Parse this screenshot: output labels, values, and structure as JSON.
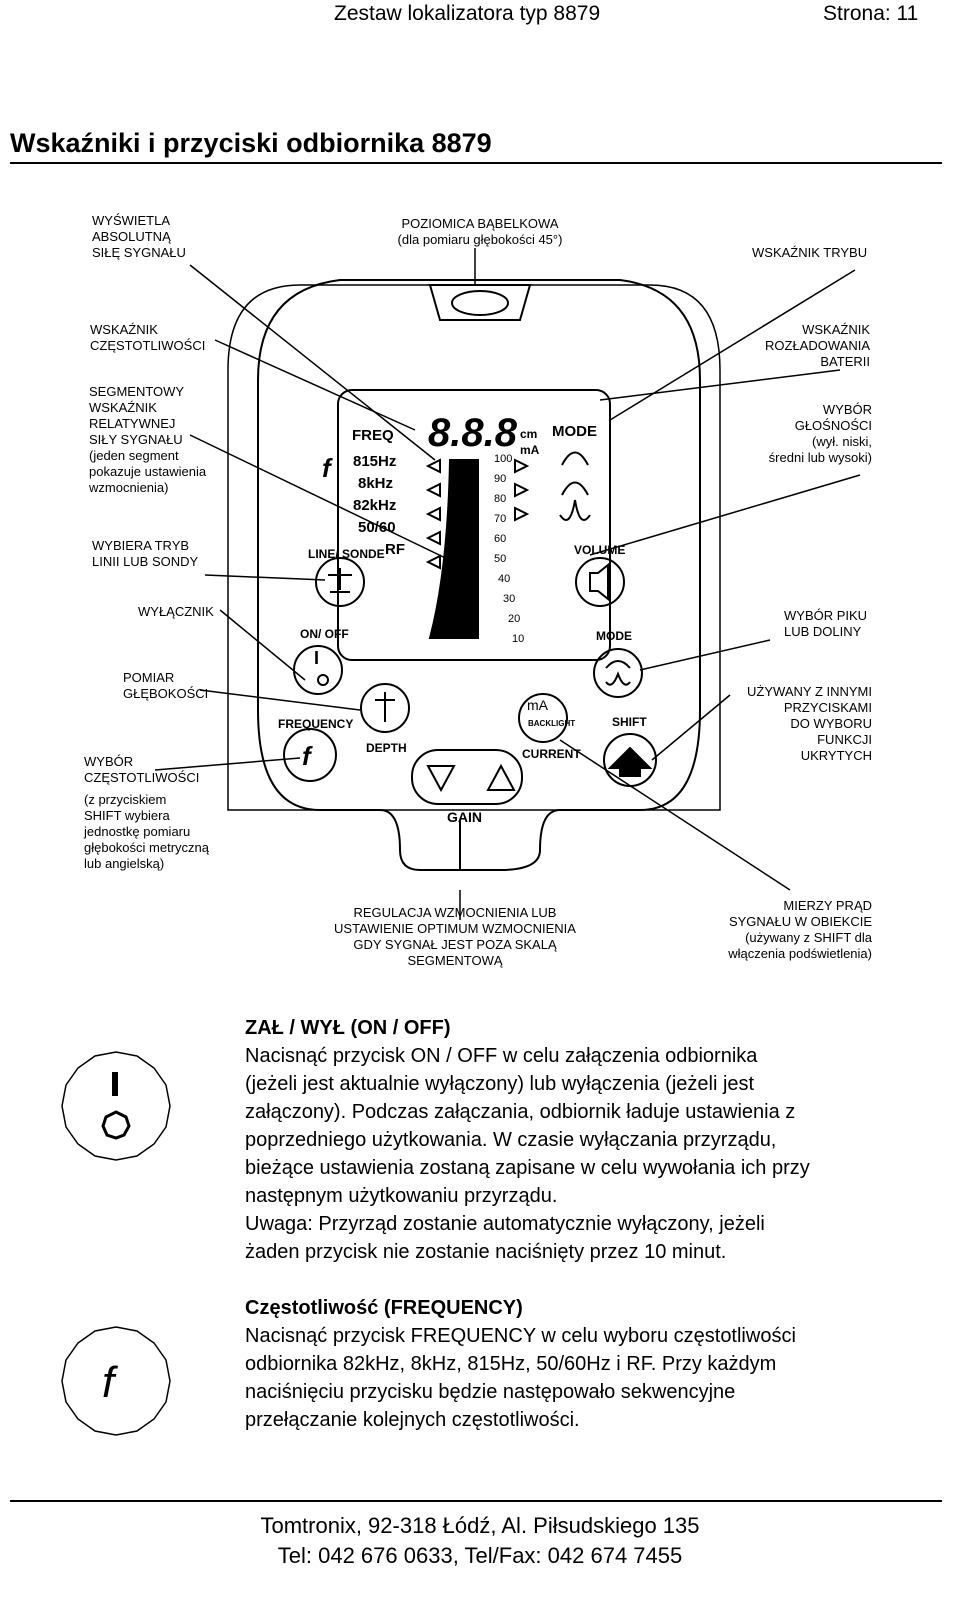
{
  "header": {
    "doc_title": "Zestaw lokalizatora typ 8879",
    "page": "Strona: 11"
  },
  "title": "Wskaźniki i przyciski odbiornika 8879",
  "callouts": {
    "abs_signal": "WYŚWIETLA\nABSOLUTNĄ\nSIŁĘ SYGNAŁU",
    "bubble_level": "POZIOMICA BĄBELKOWA\n(dla pomiaru głębokości 45°)",
    "mode_indicator": "WSKAŹNIK TRYBU",
    "freq_indicator": "WSKAŹNIK\nCZĘSTOTLIWOŚCI",
    "battery_indicator": "WSKAŹNIK\nROZŁADOWANIA\nBATERII",
    "bar_graph": "SEGMENTOWY\nWSKAŹNIK\nRELATYWNEJ\nSIŁY SYGNAŁU\n(jeden segment\npokazuje ustawienia\nwzmocnienia)",
    "volume_select": "WYBÓR\nGŁOŚNOŚCI\n(wył. niski,\nśredni lub wysoki)",
    "line_sonde": "WYBIERA TRYB\nLINII LUB SONDY",
    "off_switch": "WYŁĄCZNIK",
    "peak_null": "WYBÓR PIKU\nLUB DOLINY",
    "depth": "POMIAR\nGŁĘBOKOŚCI",
    "shift_use": "UŻYWANY Z INNYMI\nPRZYCISKAMI\nDO WYBORU\nFUNKCJI\nUKRYTYCH",
    "freq_select": "WYBÓR\nCZĘSTOTLIWOŚCI",
    "freq_select_note": "(z przyciskiem\nSHIFT wybiera\njednostkę pomiaru\ngłębokości metryczną\nlub angielską)",
    "gain": "REGULACJA WZMOCNIENIA LUB\nUSTAWIENIE OPTIMUM WZMOCNIENIA\nGDY SYGNAŁ JEST POZA SKALĄ\nSEGMENTOWĄ",
    "current": "MIERZY PRĄD\nSYGNAŁU W OBIEKCIE\n(używany z SHIFT dla\nwłączenia podświetlenia)"
  },
  "device": {
    "freq_label": "FREQ",
    "freq_options": [
      "815Hz",
      "8kHz",
      "82kHz",
      "50/60",
      "RF"
    ],
    "digits": "8.8.8",
    "unit_cm": "cm",
    "unit_ma": "mA",
    "mode_label": "MODE",
    "scale": [
      "100",
      "90",
      "80",
      "70",
      "60",
      "50",
      "40",
      "30",
      "20",
      "10"
    ],
    "line_sonde_label": "LINE/ SONDE",
    "volume_label": "VOLUME",
    "onoff_label": "ON/ OFF",
    "mode_button_label": "MODE",
    "frequency_label": "FREQUENCY",
    "depth_label": "DEPTH",
    "ma_label": "mA",
    "backlight_label": "BACKLIGHT",
    "current_label": "CURRENT",
    "shift_label": "SHIFT",
    "gain_label": "GAIN",
    "f_glyph": "f",
    "on_glyph": "I"
  },
  "sections": [
    {
      "heading": "ZAŁ / WYŁ (ON / OFF)",
      "lines": [
        "Nacisnąć przycisk ON / OFF w celu załączenia odbiornika",
        "(jeżeli jest aktualnie wyłączony) lub wyłączenia (jeżeli jest",
        "załączony). Podczas załączania, odbiornik ładuje ustawienia z",
        "poprzedniego użytkowania. W czasie wyłączania przyrządu,",
        "bieżące ustawienia zostaną zapisane w celu wywołania ich przy",
        "następnym użytkowaniu przyrządu.",
        "Uwaga: Przyrząd zostanie automatycznie wyłączony, jeżeli",
        "żaden przycisk nie zostanie naciśnięty przez 10 minut."
      ]
    },
    {
      "heading": "Częstotliwość (FREQUENCY)",
      "lines": [
        "Nacisnąć przycisk FREQUENCY w celu wyboru częstotliwości",
        "odbiornika 82kHz, 8kHz, 815Hz, 50/60Hz i RF. Przy każdym",
        "naciśnięciu przycisku będzie następowało sekwencyjne",
        "przełączanie kolejnych częstotliwości."
      ]
    }
  ],
  "footer": {
    "address": "Tomtronix, 92-318 Łódź, Al. Piłsudskiego 135",
    "phone": "Tel: 042 676 0633, Tel/Fax: 042 674 7455"
  }
}
